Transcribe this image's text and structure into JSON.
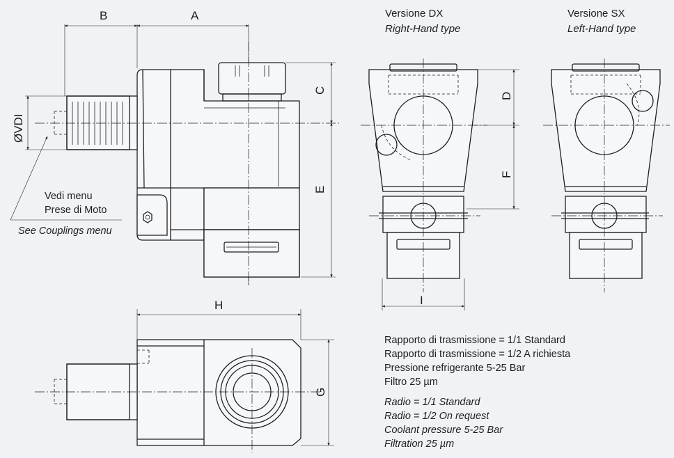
{
  "dimensions": {
    "A": "A",
    "B": "B",
    "C": "C",
    "D": "D",
    "E": "E",
    "F": "F",
    "G": "G",
    "H": "H",
    "I": "I",
    "VDI": "ØVDI"
  },
  "callout": {
    "line1": "Vedi menu",
    "line2": "Prese di Moto",
    "line3": "See Couplings menu"
  },
  "versions": {
    "dx_title": "Versione DX",
    "dx_subtitle": "Right-Hand type",
    "sx_title": "Versione SX",
    "sx_subtitle": "Left-Hand type"
  },
  "notes": {
    "italian": [
      "Rapporto di trasmissione = 1/1 Standard",
      "Rapporto di trasmissione = 1/2 A richiesta",
      "Pressione refrigerante 5-25 Bar",
      "Filtro 25 µm"
    ],
    "english": [
      "Radio = 1/1 Standard",
      "Radio = 1/2 On request",
      "Coolant pressure 5-25 Bar",
      "Filtration 25 µm"
    ]
  }
}
